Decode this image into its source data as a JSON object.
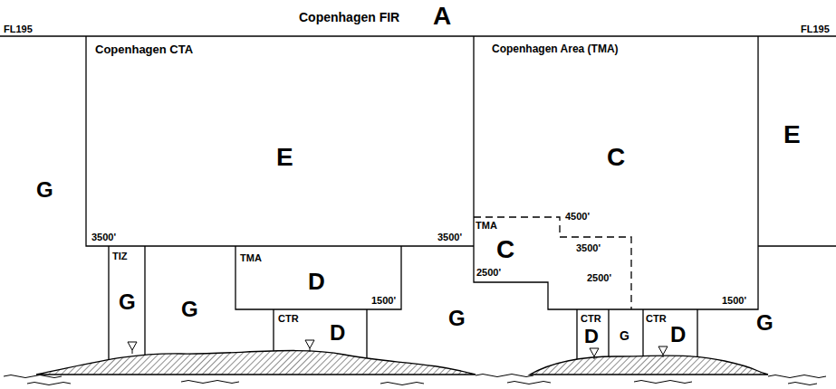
{
  "diagram": {
    "nodes": [
      {
        "text": [
          "Copenhagen CTA",
          "E"
        ]
      },
      {
        "text": [
          "TIZ",
          "G"
        ]
      },
      {
        "text": [
          "TMA",
          "D"
        ]
      },
      {
        "text": [
          "CTR",
          "D"
        ]
      },
      {
        "text": [
          "Copenhagen Area (TMA)",
          "C"
        ]
      },
      {
        "text": [
          "TMA",
          "C"
        ],
        "in": 4
      },
      {
        "text": [
          "CTR",
          "D"
        ]
      },
      {
        "text": [
          "CTR",
          "D"
        ]
      }
    ],
    "labels": [
      "Copenhagen FIR",
      "A",
      "FL195",
      "FL195",
      "G",
      "3500'",
      "3500'",
      "E",
      "4500'",
      "3500'",
      "2500'",
      "2500'",
      "1500'",
      "G",
      "1500'",
      "G",
      "G",
      "G"
    ]
  }
}
